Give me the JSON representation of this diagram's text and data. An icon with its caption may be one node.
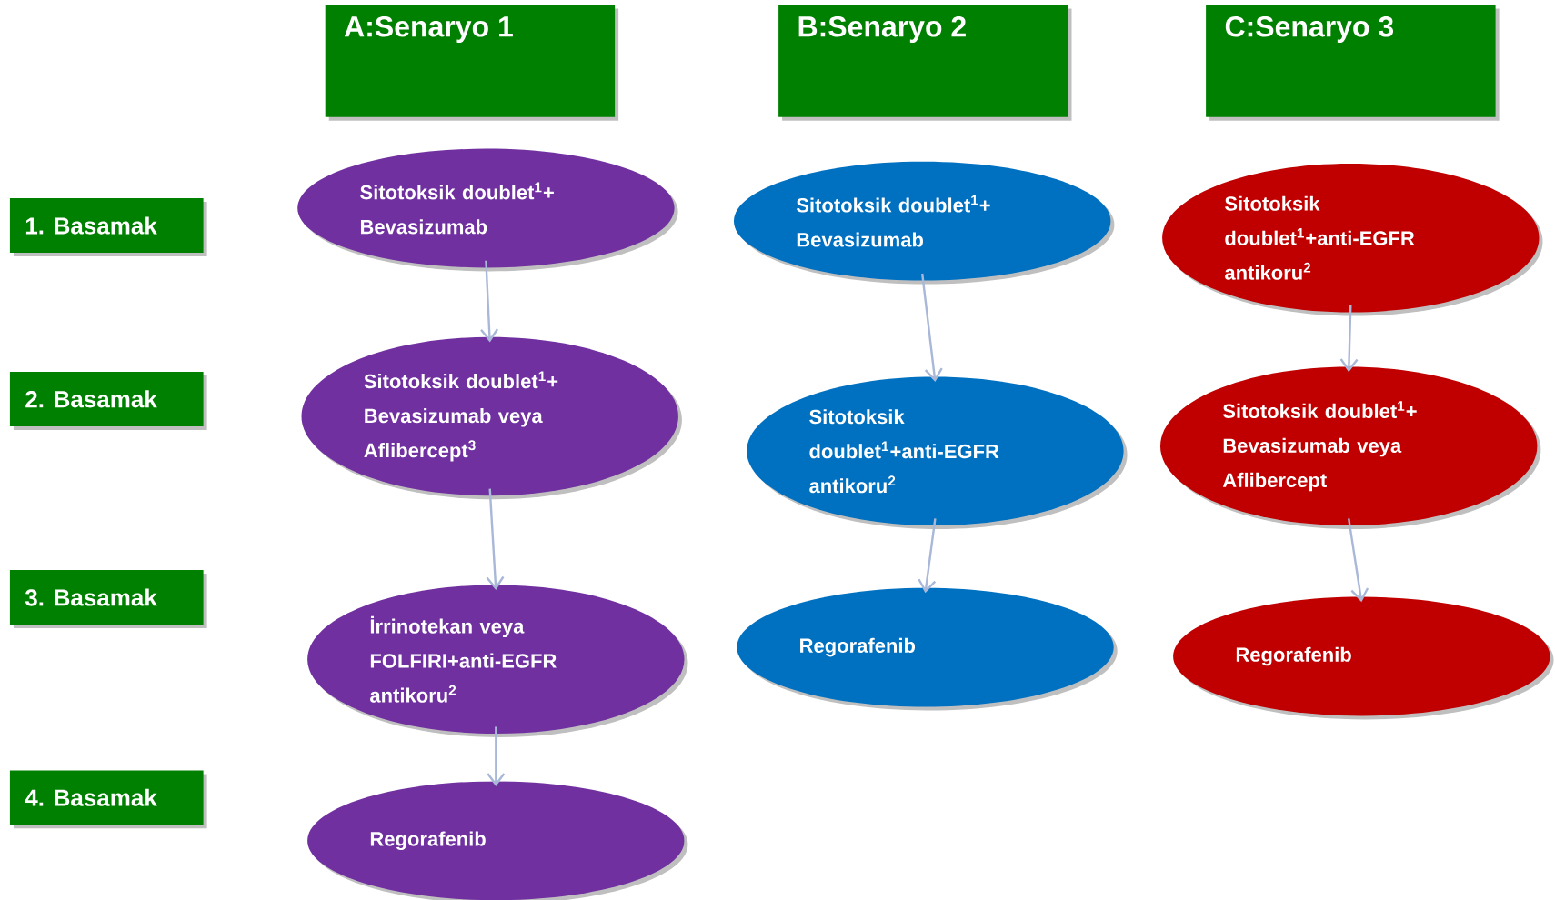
{
  "diagram": {
    "nodes": [
      {
        "text": [
          "A:Senaryo 1"
        ]
      },
      {
        "text": [
          "B:Senaryo 2"
        ]
      },
      {
        "text": [
          "C:Senaryo 3"
        ]
      },
      {
        "text": [
          "1. Basamak"
        ]
      },
      {
        "text": [
          "Sitotoksik doublet$^{1}$+ Bevasizumab"
        ]
      },
      {
        "text": [
          "Sitotoksik doublet$^{1}$+ Bevasizumab"
        ]
      },
      {
        "text": [
          "Sitotoksik doublet$^{1}$+anti-EGFR antikoru$^{2}$"
        ]
      },
      {
        "text": [
          "2. Basamak"
        ]
      },
      {
        "text": [
          "Sitotoksik doublet$^{1}$+ Bevasizumab veya Aflibercept$^{3}$"
        ]
      },
      {
        "text": [
          "Sitotoksik doublet$^{1}$+anti-EGFR antikoru$^{2}$"
        ]
      },
      {
        "text": [
          "Sitotoksik doublet$^{1}$+ Bevasizumab veya Aflibercept"
        ]
      },
      {
        "text": [
          "3. Basamak"
        ]
      },
      {
        "text": [
          "İrrinotekan veya FOLFIRI+anti-EGFR antikoru$^{2}$"
        ]
      },
      {
        "text": [
          "Regorafenib"
        ]
      },
      {
        "text": [
          "Regorafenib"
        ]
      },
      {
        "text": [
          "4. Basamak"
        ]
      },
      {
        "text": [
          "Regorafenib"
        ]
      }
    ],
    "edges": [
      {
        "from": 4,
        "to": 8,
        "arrow": "to"
      },
      {
        "from": 8,
        "to": 12,
        "arrow": "to"
      },
      {
        "from": 12,
        "to": 16,
        "arrow": "to"
      },
      {
        "from": 5,
        "to": 9,
        "arrow": "to"
      },
      {
        "from": 9,
        "to": 13,
        "arrow": "to"
      },
      {
        "from": 6,
        "to": 10,
        "arrow": "to"
      },
      {
        "from": 10,
        "to": 14,
        "arrow": "to"
      }
    ]
  }
}
